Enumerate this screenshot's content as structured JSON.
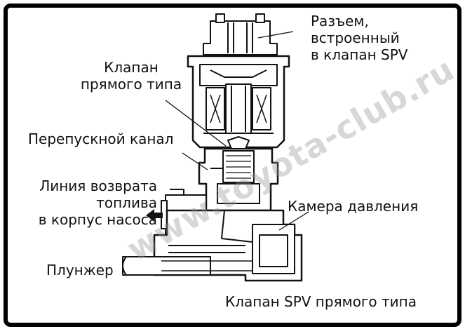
{
  "labels": {
    "connector": [
      "Разъем,",
      "встроенный",
      "в клапан SPV"
    ],
    "direct_valve": [
      "Клапан",
      "прямого типа"
    ],
    "bypass": "Перепускной канал",
    "return_line": [
      "Линия возврата",
      "топлива",
      "в корпус насоса"
    ],
    "pressure_chamber": "Камера давления",
    "plunger": "Плунжер",
    "caption": "Клапан SPV прямого типа"
  },
  "watermark": "www.toyota-club.ru"
}
